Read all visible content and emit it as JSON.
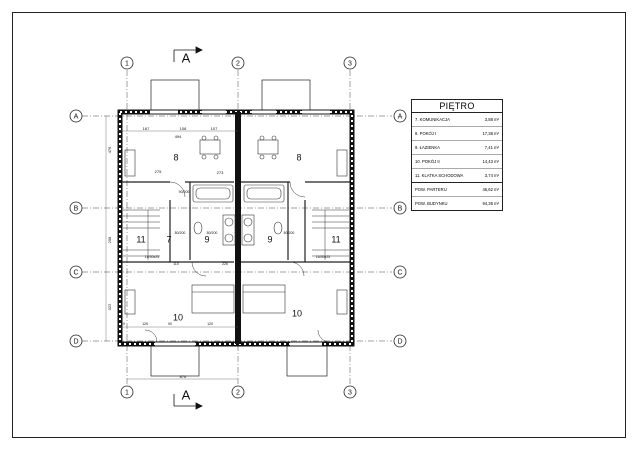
{
  "axes": {
    "columns": [
      "1",
      "2",
      "3"
    ],
    "rows": [
      "A",
      "B",
      "C",
      "D"
    ]
  },
  "section_mark": "A",
  "rooms": [
    {
      "id": "r8l",
      "label": "8"
    },
    {
      "id": "r8r",
      "label": "8"
    },
    {
      "id": "r9l",
      "label": "9"
    },
    {
      "id": "r9r",
      "label": "9"
    },
    {
      "id": "r7",
      "label": "7"
    },
    {
      "id": "r11l",
      "label": "11"
    },
    {
      "id": "r11r",
      "label": "11"
    },
    {
      "id": "r10l",
      "label": "10"
    },
    {
      "id": "r10r",
      "label": "10"
    }
  ],
  "dimensions": {
    "d1": "167",
    "d2": "108",
    "d3": "107",
    "d4": "494",
    "d5": "273",
    "d6": "275",
    "d7": "476",
    "d8": "208",
    "d9": "322",
    "d10": "80/200",
    "d11": "80/200",
    "d12": "80/200",
    "d13": "90/200",
    "d14": "110",
    "d15": "226",
    "d16": "876",
    "d17": "126",
    "d18": "90",
    "d19": "120",
    "d20": "19",
    "d21": "16/30x25",
    "d22": "16/30x25"
  },
  "legend": {
    "title": "PIĘTRO",
    "rows": [
      {
        "label": "7. KOMUNIKACJA",
        "value": "3,88",
        "unit": "m²"
      },
      {
        "label": "8. POKÓJ I",
        "value": "17,38",
        "unit": "m²"
      },
      {
        "label": "9. ŁAZIENKA",
        "value": "7,41",
        "unit": "m²"
      },
      {
        "label": "10. POKÓJ II",
        "value": "14,43",
        "unit": "m²"
      },
      {
        "label": "11. KLATKA SCHODOWA",
        "value": "3,74",
        "unit": "m²"
      }
    ],
    "totals": [
      {
        "label": "POW. PARTERU",
        "value": "46,62",
        "unit": "m²"
      },
      {
        "label": "POW. BUDYNKU",
        "value": "94,36",
        "unit": "m²"
      }
    ]
  }
}
